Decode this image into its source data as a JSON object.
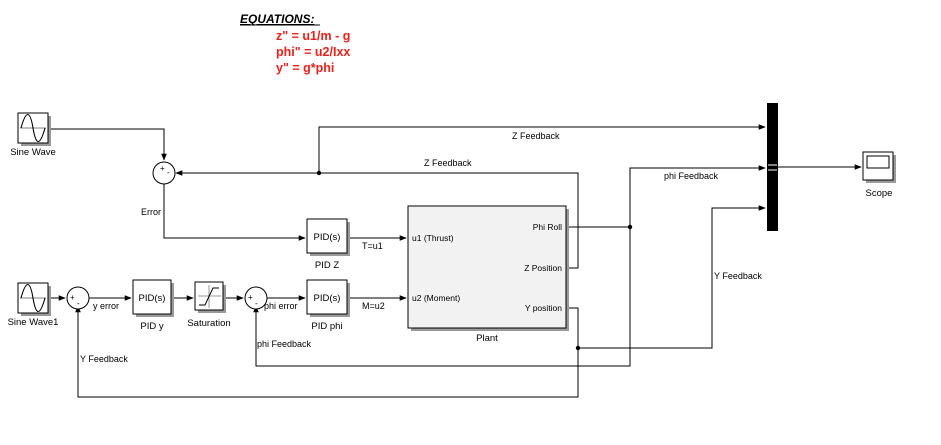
{
  "equations": {
    "title": "EQUATIONS:",
    "lines": [
      "z\" = u1/m - g",
      "phi\" = u2/Ixx",
      "y\" = g*phi"
    ]
  },
  "blocks": {
    "sine_wave": "Sine Wave",
    "sine_wave1": "Sine Wave1",
    "pid_z": "PID Z",
    "pid_y": "PID y",
    "pid_phi": "PID phi",
    "saturation": "Saturation",
    "plant": "Plant",
    "scope": "Scope",
    "pid_text": "PID(s)"
  },
  "plant_ports": {
    "in1": "u1 (Thrust)",
    "in2": "u2 (Moment)",
    "out1": "Phi Roll",
    "out2": "Z Position",
    "out3": "Y position"
  },
  "signals": {
    "z_feedback_top": "Z Feedback",
    "z_feedback": "Z Feedback",
    "phi_feedback_top": "phi Feedback",
    "y_feedback_right": "Y Feedback",
    "error": "Error",
    "t_u1": "T=u1",
    "m_u2": "M=u2",
    "y_error": "y error",
    "phi_error": "phi error",
    "y_feedback_left": "Y Feedback",
    "phi_feedback_bottom": "phi Feedback"
  },
  "sum_signs": {
    "sum_z": [
      "+",
      "-"
    ],
    "sum_y": [
      "+",
      "-"
    ],
    "sum_phi": [
      "+",
      "-"
    ]
  }
}
